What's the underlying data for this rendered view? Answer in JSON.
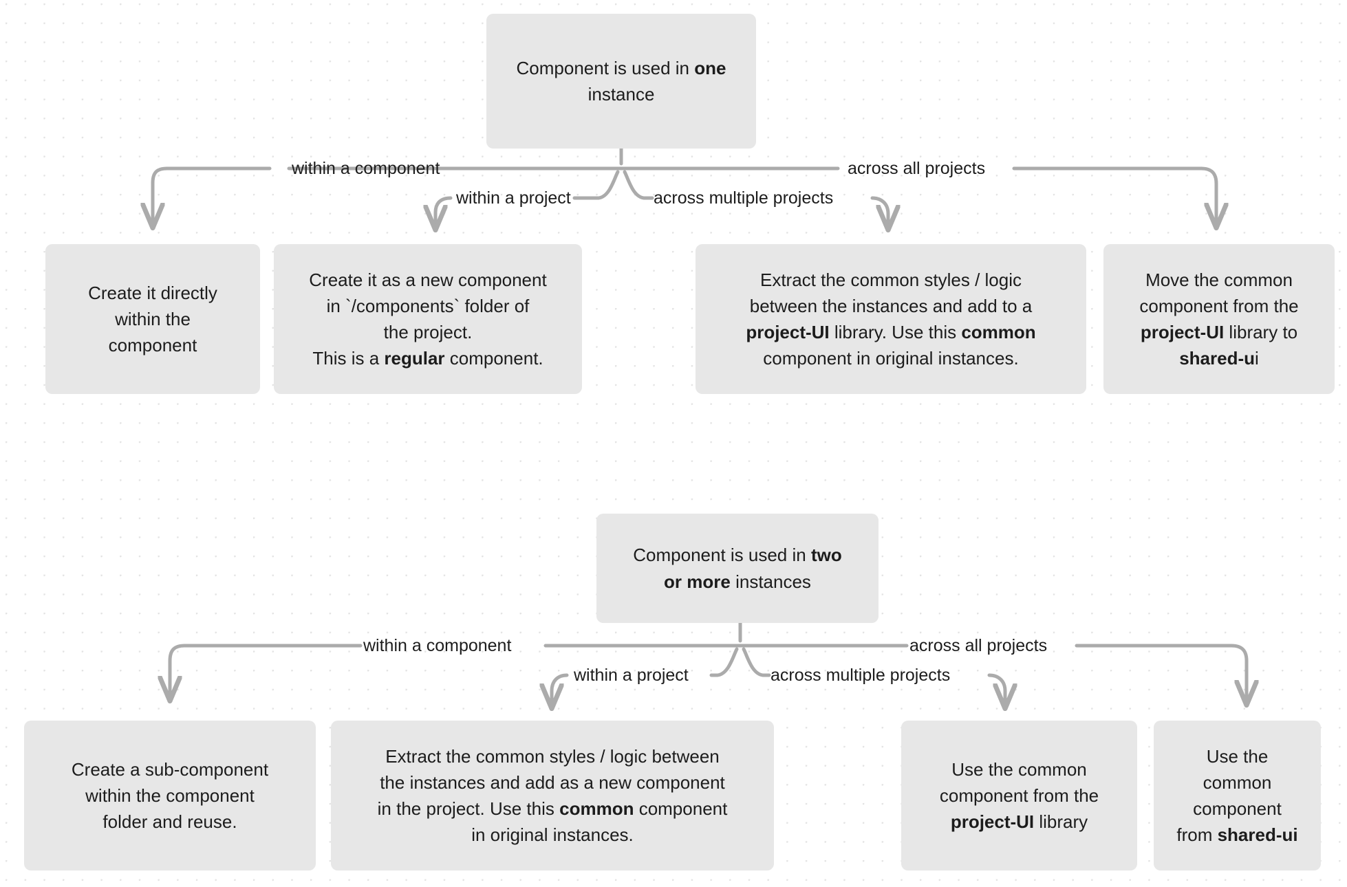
{
  "diagram": {
    "title": "Component placement decision tree",
    "background": {
      "dot_color": "#e3e3e3",
      "page_color": "#ffffff"
    },
    "node_fill": "#e7e7e7",
    "edge_color": "#ababab",
    "text_color": "#1c1c1c"
  },
  "trees": [
    {
      "id": "tree-one-instance",
      "root": {
        "name": "root-one-instance",
        "lines": [
          [
            {
              "t": "Component is used in ",
              "b": false
            },
            {
              "t": "one",
              "b": true
            }
          ],
          [
            {
              "t": "instance",
              "b": false
            }
          ]
        ],
        "plain": "Component is used in one instance"
      },
      "edge_labels": [
        {
          "name": "edge-label-within-a-component",
          "text": "within a component"
        },
        {
          "name": "edge-label-within-a-project",
          "text": "within a project"
        },
        {
          "name": "edge-label-across-multiple-projects",
          "text": "across multiple projects"
        },
        {
          "name": "edge-label-across-all-projects",
          "text": "across all projects"
        }
      ],
      "leaves": [
        {
          "name": "leaf-create-directly-within-component",
          "lines": [
            [
              {
                "t": "Create it directly",
                "b": false
              }
            ],
            [
              {
                "t": "within the",
                "b": false
              }
            ],
            [
              {
                "t": "component",
                "b": false
              }
            ]
          ],
          "plain": "Create it directly within the component"
        },
        {
          "name": "leaf-create-new-component-in-components-folder",
          "lines": [
            [
              {
                "t": "Create it as a new component",
                "b": false
              }
            ],
            [
              {
                "t": "in `/components` folder of",
                "b": false
              }
            ],
            [
              {
                "t": "the project.",
                "b": false
              }
            ],
            [
              {
                "t": "This is a ",
                "b": false
              },
              {
                "t": "regular",
                "b": true
              },
              {
                "t": " component.",
                "b": false
              }
            ]
          ],
          "plain": "Create it as a new component in `/components` folder of the project. This is a regular component."
        },
        {
          "name": "leaf-extract-common-to-project-ui",
          "lines": [
            [
              {
                "t": "Extract the common styles / logic",
                "b": false
              }
            ],
            [
              {
                "t": "between the instances and add to a",
                "b": false
              }
            ],
            [
              {
                "t": "project-UI",
                "b": true
              },
              {
                "t": " library. Use this ",
                "b": false
              },
              {
                "t": "common",
                "b": true
              }
            ],
            [
              {
                "t": "component in original instances.",
                "b": false
              }
            ]
          ],
          "plain": "Extract the common styles / logic between the instances and add to a project-UI library. Use this common component in original instances."
        },
        {
          "name": "leaf-move-common-to-shared-ui",
          "lines": [
            [
              {
                "t": "Move the common",
                "b": false
              }
            ],
            [
              {
                "t": "component from the",
                "b": false
              }
            ],
            [
              {
                "t": "project-UI",
                "b": true
              },
              {
                "t": " library to",
                "b": false
              }
            ],
            [
              {
                "t": "shared-u",
                "b": true
              },
              {
                "t": "i",
                "b": false
              }
            ]
          ],
          "plain": "Move the common component from the project-UI library to shared-ui"
        }
      ]
    },
    {
      "id": "tree-two-or-more-instances",
      "root": {
        "name": "root-two-or-more-instances",
        "lines": [
          [
            {
              "t": "Component is used in ",
              "b": false
            },
            {
              "t": "two",
              "b": true
            }
          ],
          [
            {
              "t": "or more",
              "b": true
            },
            {
              "t": " instances",
              "b": false
            }
          ]
        ],
        "plain": "Component is used in two or more instances"
      },
      "edge_labels": [
        {
          "name": "edge-label-within-a-component",
          "text": "within a component"
        },
        {
          "name": "edge-label-within-a-project",
          "text": "within a project"
        },
        {
          "name": "edge-label-across-multiple-projects",
          "text": "across multiple projects"
        },
        {
          "name": "edge-label-across-all-projects",
          "text": "across all projects"
        }
      ],
      "leaves": [
        {
          "name": "leaf-create-sub-component",
          "lines": [
            [
              {
                "t": "Create a sub-component",
                "b": false
              }
            ],
            [
              {
                "t": "within the component",
                "b": false
              }
            ],
            [
              {
                "t": "folder and reuse.",
                "b": false
              }
            ]
          ],
          "plain": "Create a sub-component within the component folder and reuse."
        },
        {
          "name": "leaf-extract-common-new-component-in-project",
          "lines": [
            [
              {
                "t": "Extract the common styles / logic between",
                "b": false
              }
            ],
            [
              {
                "t": "the instances and add as a new component",
                "b": false
              }
            ],
            [
              {
                "t": "in the project. Use this ",
                "b": false
              },
              {
                "t": "common",
                "b": true
              },
              {
                "t": " component",
                "b": false
              }
            ],
            [
              {
                "t": "in original instances.",
                "b": false
              }
            ]
          ],
          "plain": "Extract the common styles / logic between the instances and add as a new component in the project. Use this common component in original instances."
        },
        {
          "name": "leaf-use-common-from-project-ui",
          "lines": [
            [
              {
                "t": "Use the common",
                "b": false
              }
            ],
            [
              {
                "t": "component from the",
                "b": false
              }
            ],
            [
              {
                "t": "project-UI",
                "b": true
              },
              {
                "t": " library",
                "b": false
              }
            ]
          ],
          "plain": "Use the common component from the project-UI library"
        },
        {
          "name": "leaf-use-common-from-shared-ui",
          "lines": [
            [
              {
                "t": "Use the",
                "b": false
              }
            ],
            [
              {
                "t": "common",
                "b": false
              }
            ],
            [
              {
                "t": "component",
                "b": false
              }
            ],
            [
              {
                "t": "from ",
                "b": false
              },
              {
                "t": "shared-ui",
                "b": true
              }
            ]
          ],
          "plain": "Use the common component from shared-ui"
        }
      ]
    }
  ]
}
